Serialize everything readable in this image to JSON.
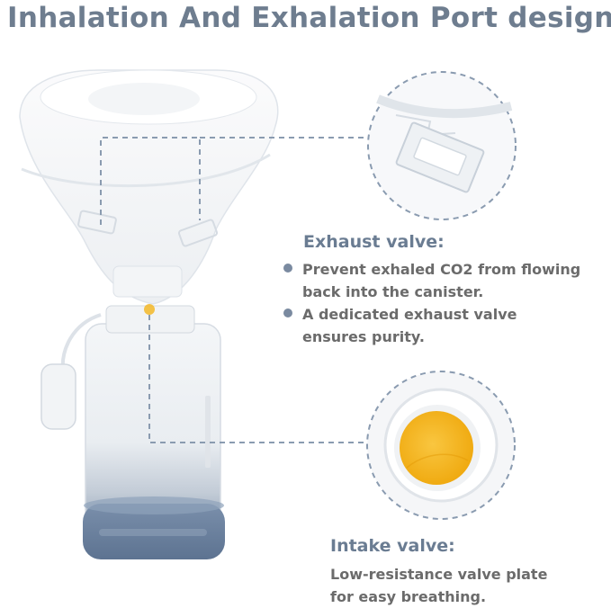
{
  "title": "Inhalation And Exhalation Port design",
  "exhaust": {
    "heading": "Exhaust valve:",
    "bullets": [
      "Prevent exhaled CO2 from flowing back into the canister.",
      "A dedicated exhaust valve ensures purity."
    ]
  },
  "intake": {
    "heading": "Intake valve:",
    "lines": [
      "Low-resistance valve plate",
      "for easy breathing."
    ]
  },
  "colors": {
    "title": "#6e7d8f",
    "heading": "#6a7c92",
    "body_text": "#6b6b6b",
    "dashed_line": "#8a9bb0",
    "base_blue": "#6d83a0",
    "valve_yellow": "#f4b41a"
  }
}
